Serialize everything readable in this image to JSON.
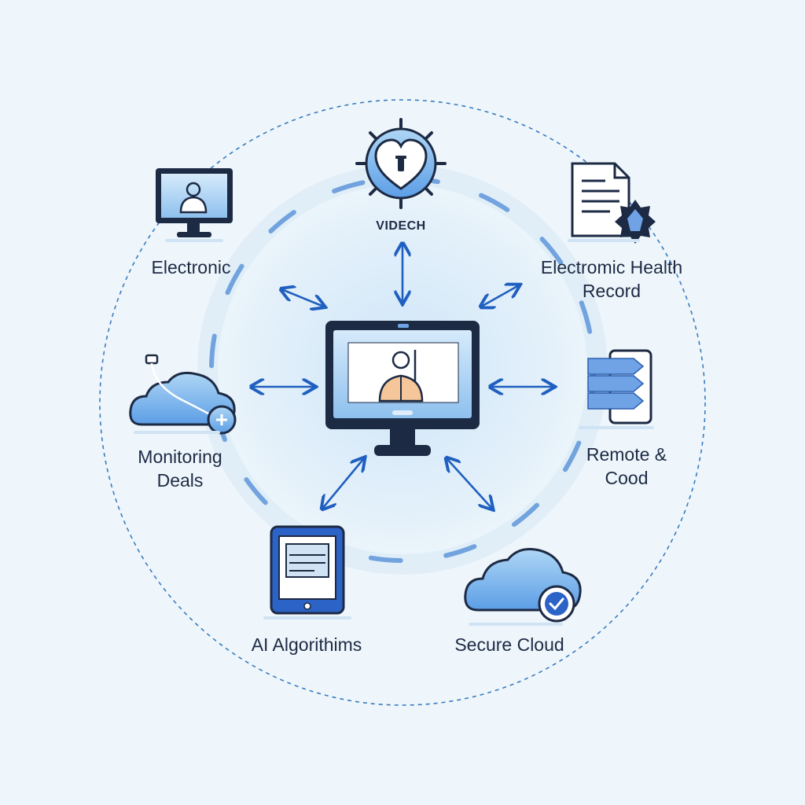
{
  "nodes": {
    "video": {
      "label": "VIDECH",
      "icon": "heart-gear-icon"
    },
    "telehealth": {
      "label": "Electronic",
      "icon": "video-call-monitor-icon"
    },
    "ehr": {
      "label_lines": [
        "Electromic Health",
        "Record"
      ],
      "icon": "document-badge-icon"
    },
    "monitoring": {
      "label_lines": [
        "Monitoring",
        "Deals"
      ],
      "icon": "cloud-stethoscope-icon"
    },
    "remote": {
      "label_lines": [
        "Remote &",
        "Cood"
      ],
      "icon": "stacked-devices-icon"
    },
    "ai": {
      "label": "AI Algorithims",
      "icon": "tablet-icon"
    },
    "secure_cloud": {
      "label": "Secure Cloud",
      "icon": "cloud-check-icon"
    },
    "center": {
      "icon": "doctor-monitor-icon"
    }
  },
  "colors": {
    "background": "#eef6fb",
    "accent": "#1f5fbf",
    "dark": "#1d2a44",
    "ring": "#5a8fd8",
    "light_blue": "#8cc2ee"
  }
}
